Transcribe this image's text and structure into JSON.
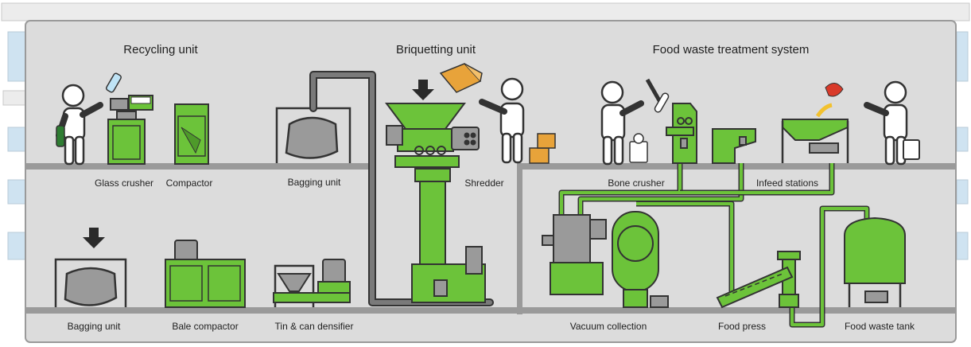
{
  "sections": {
    "recycling": "Recycling unit",
    "briquetting": "Briquetting unit",
    "food_waste": "Food waste treatment system"
  },
  "equipment": {
    "glass_crusher": "Glass crusher",
    "compactor": "Compactor",
    "bagging_unit_top": "Bagging unit",
    "shredder": "Shredder",
    "bone_crusher": "Bone crusher",
    "infeed_stations": "Infeed stations",
    "bagging_unit_bottom": "Bagging unit",
    "bale_compactor": "Bale compactor",
    "tin_can_densifier": "Tin & can densifier",
    "vacuum_collection": "Vacuum collection",
    "food_press": "Food press",
    "food_waste_tank": "Food waste tank"
  },
  "colors": {
    "machine_green": "#6cc33a",
    "outline": "#333333",
    "floor": "#9a9a9a",
    "room": "#dcdcdc",
    "pipe": "#7a7a7a",
    "cardboard": "#e8a33a",
    "food_red": "#d93a2a",
    "window_blue": "#cfe3f1"
  }
}
